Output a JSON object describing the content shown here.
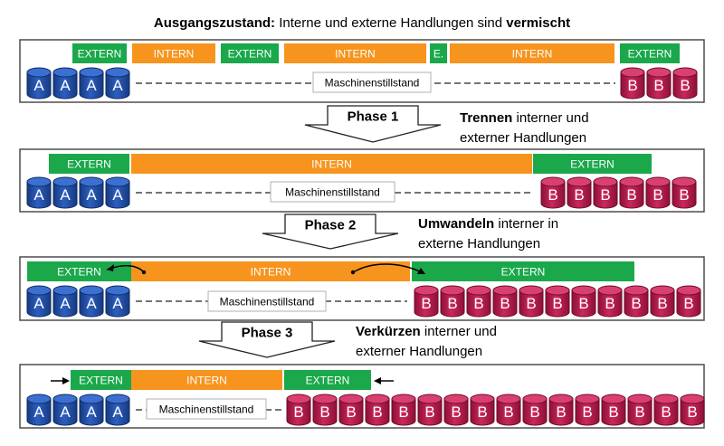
{
  "title": {
    "bold_part": "Ausgangszustand:",
    "middle_part": " Interne und externe Handlungen sind ",
    "bold_end": "vermischt"
  },
  "labels": {
    "extern": "EXTERN",
    "intern": "INTERN",
    "extern_short": "E.",
    "stillstand": "Maschinenstillstand",
    "can_a": "A",
    "can_b": "B"
  },
  "phases": [
    {
      "label": "Phase 1",
      "desc_bold": "Trennen",
      "desc_line1_rest": " interner und",
      "desc_line2": "externer Handlungen"
    },
    {
      "label": "Phase 2",
      "desc_bold": "Umwandeln",
      "desc_line1_rest": " interner in",
      "desc_line2": "externe Handlungen"
    },
    {
      "label": "Phase 3",
      "desc_bold": "Verkürzen",
      "desc_line1_rest": " interner und",
      "desc_line2": "externer Handlungen"
    }
  ],
  "colors": {
    "extern": "#1aa84b",
    "intern": "#f7941e",
    "can_a": "#1f4ea3",
    "can_b": "#b5194a",
    "frame": "#4d4d4d"
  }
}
